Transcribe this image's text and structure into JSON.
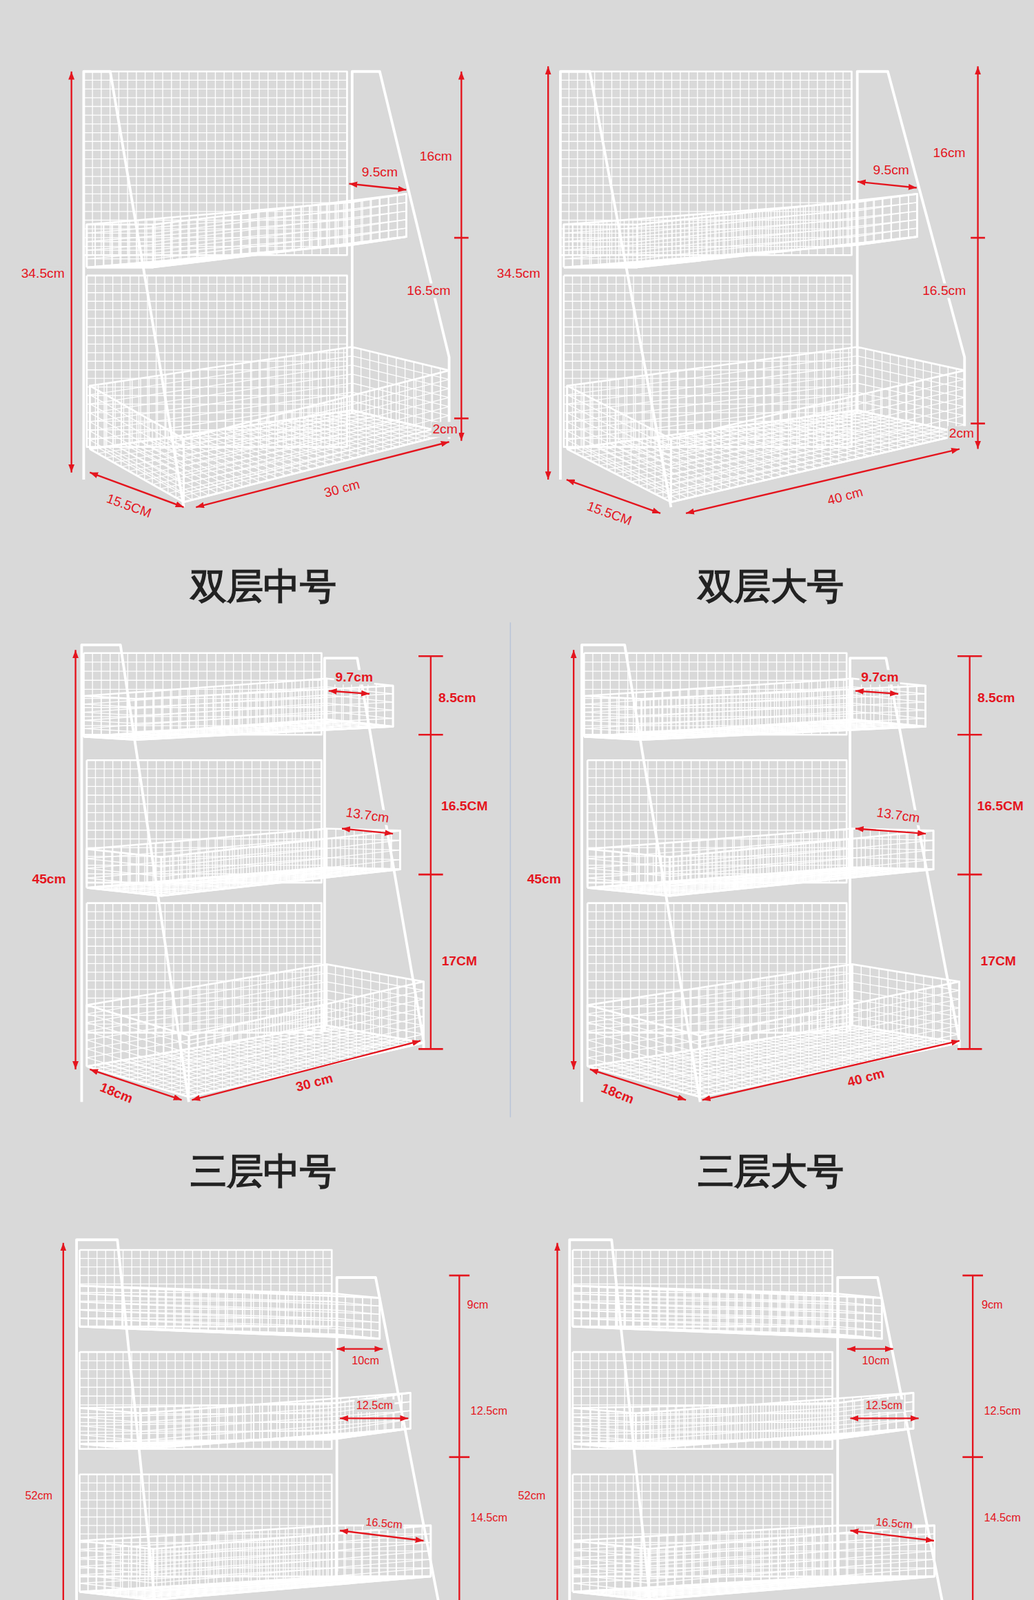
{
  "diagram": {
    "labels": [
      "34.5cm",
      "9.5cm",
      "16cm",
      "16.5cm",
      "2cm",
      "15.5CM",
      "30 cm",
      "双层中号",
      "34.5cm",
      "9.5cm",
      "16cm",
      "16.5cm",
      "2cm",
      "15.5CM",
      "40 cm",
      "双层大号",
      "9.7cm",
      "8.5cm",
      "13.7cm",
      "16.5CM",
      "45cm",
      "17CM",
      "18cm",
      "30 cm",
      "三层中号",
      "9.7cm",
      "8.5cm",
      "13.7cm",
      "16.5CM",
      "45cm",
      "17CM",
      "18cm",
      "40 cm",
      "三层大号",
      "9cm",
      "10cm",
      "12.5cm",
      "12.5cm",
      "52cm",
      "16.5cm",
      "14.5cm",
      "9cm",
      "10cm",
      "12.5cm",
      "12.5cm",
      "52cm",
      "16.5cm",
      "14.5cm"
    ]
  }
}
